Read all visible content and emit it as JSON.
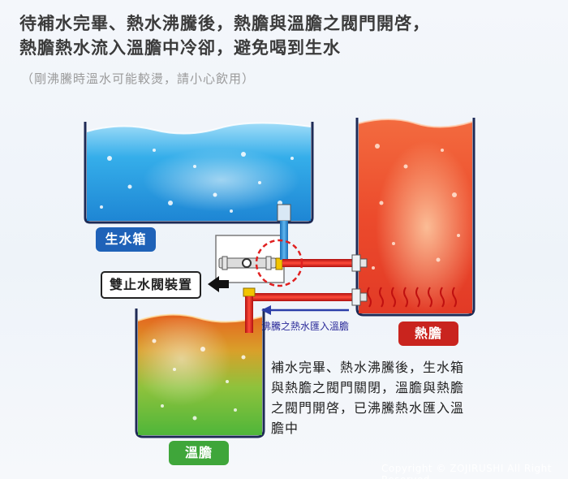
{
  "header": {
    "title_line1": "待補水完畢、熱水沸騰後，熱膽與溫膽之閥門開啓，",
    "title_line2": "熱膽熱水流入溫膽中冷卻，避免喝到生水",
    "note": "（剛沸騰時溫水可能較燙，請小心飲用）"
  },
  "labels": {
    "cold_tank": "生水箱",
    "hot_tank": "熱膽",
    "warm_tank": "溫膽",
    "valve_device": "雙止水閥裝置",
    "flow_arrow": "沸騰之熱水匯入溫膽"
  },
  "description": {
    "line1": "補水完畢、熱水沸騰後，生水箱",
    "line2": "與熱膽之閥門關閉，溫膽與熱膽",
    "line3": "之閥門開啓，已沸騰熱水匯入溫",
    "line4": "膽中"
  },
  "footer": {
    "copyright": "Copyright © ZOJIRUSHI All Right Reserved."
  },
  "colors": {
    "cold_water": "#2ea6e8",
    "hot_water": "#e8432a",
    "warm_water_top": "#e0621e",
    "warm_water_bottom": "#5fbf3a",
    "pipe_cold": "#2b8fd6",
    "pipe_hot": "#e02020",
    "valve_highlight": "#e02020",
    "flow_arrow": "#2b3da8"
  }
}
